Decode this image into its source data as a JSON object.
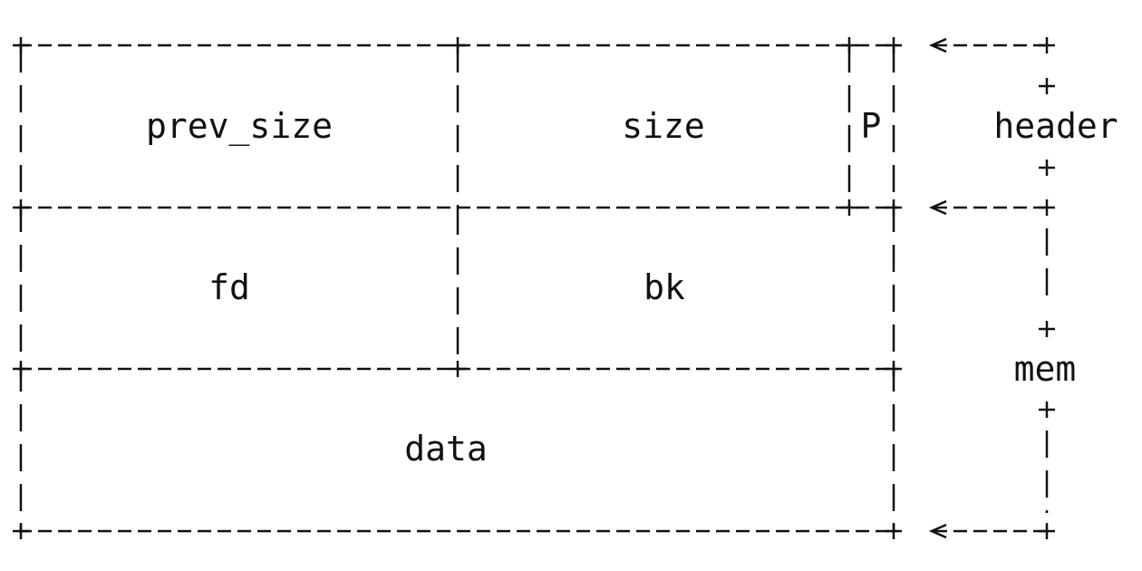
{
  "diagram": {
    "fields": {
      "prev_size": "prev_size",
      "size": "size",
      "p_flag": "P",
      "fd": "fd",
      "bk": "bk",
      "data": "data"
    },
    "annotations": {
      "header": "header",
      "mem": "mem"
    },
    "ink_color": "#111111"
  }
}
